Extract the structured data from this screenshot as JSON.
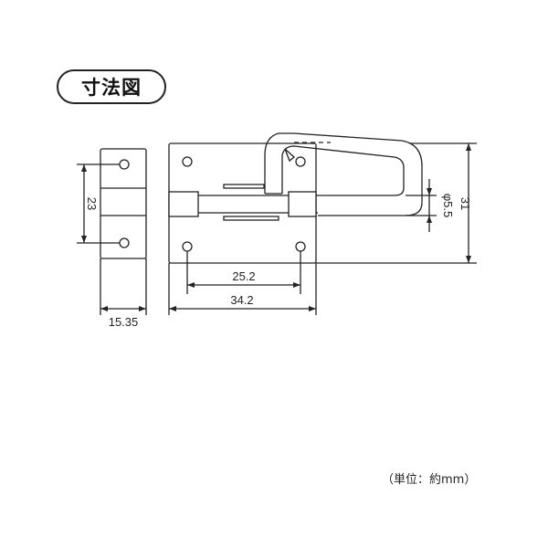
{
  "title": "寸法図",
  "unit_note": "（単位：約mm）",
  "dimensions": {
    "height_hole_pitch": "23",
    "plate_width": "15.35",
    "hole_pitch": "25.2",
    "body_width": "34.2",
    "pin_diameter": "φ5.5",
    "total_height": "31"
  }
}
